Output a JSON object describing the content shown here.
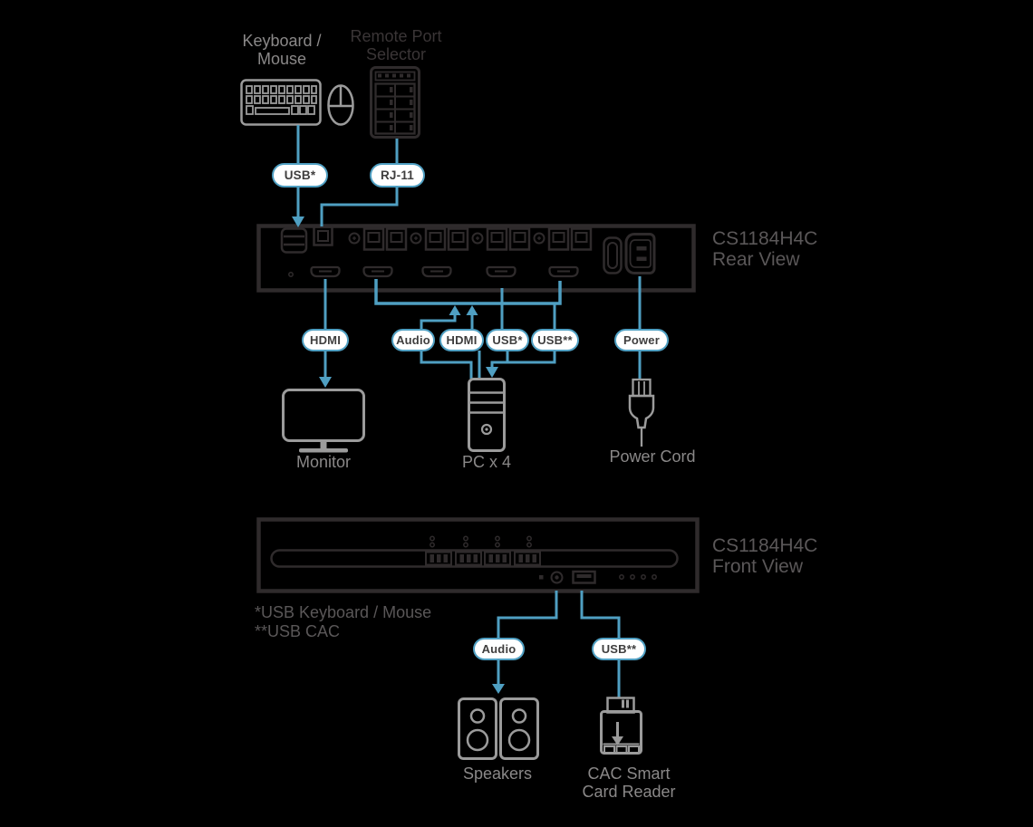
{
  "device": {
    "model": "CS1184H4C"
  },
  "titles": {
    "rear_line1": "CS1184H4C",
    "rear_line2": "Rear View",
    "front_line1": "CS1184H4C",
    "front_line2": "Front View"
  },
  "labels": {
    "keyboard_line1": "Keyboard /",
    "keyboard_line2": "Mouse",
    "remote_line1": "Remote Port",
    "remote_line2": "Selector",
    "monitor": "Monitor",
    "pc": "PC x 4",
    "power_cord": "Power Cord",
    "speakers": "Speakers",
    "cac_line1": "CAC Smart",
    "cac_line2": "Card Reader",
    "footnote_line1": "*USB Keyboard / Mouse",
    "footnote_line2": "**USB CAC"
  },
  "pills": {
    "usb_keyboard": "USB*",
    "rj11": "RJ-11",
    "hdmi_monitor": "HDMI",
    "audio_pc": "Audio",
    "hdmi_pc": "HDMI",
    "usb_pc": "USB*",
    "usb_cac_pc": "USB**",
    "power": "Power",
    "audio_front": "Audio",
    "usb_cac_front": "USB**"
  },
  "icons": [
    "keyboard-icon",
    "mouse-icon",
    "remote-port-selector-icon",
    "rear-panel",
    "front-panel",
    "monitor-icon",
    "pc-tower-icon",
    "power-plug-icon",
    "speakers-icon",
    "cac-smart-card-reader-icon"
  ],
  "colors": {
    "background": "#000000",
    "connector_blue": "#4f9fc2",
    "icon_gray": "#9b9b9b",
    "label_gray": "#8a8888",
    "dark_text": "#5a5758",
    "panel_art": "#2f2b2c",
    "pill_fill": "#ffffff",
    "pill_text": "#3f3e3e"
  }
}
